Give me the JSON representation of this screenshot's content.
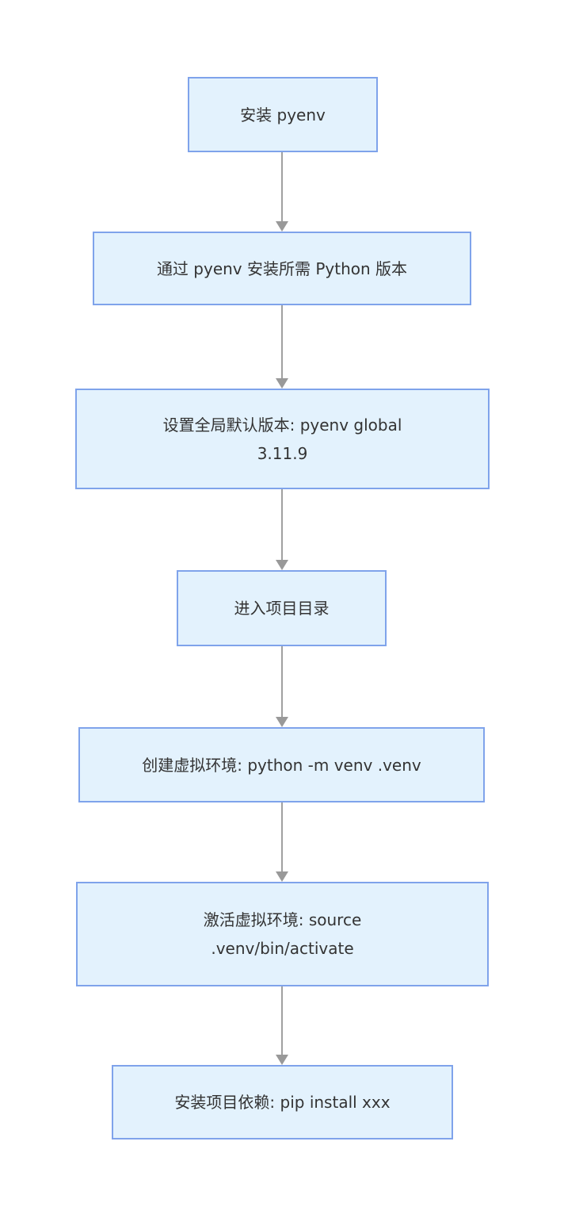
{
  "diagram": {
    "type": "flowchart",
    "direction": "top-down",
    "colors": {
      "background": "#ffffff",
      "node_fill": "#e3f2fd",
      "node_border": "#7fa3eb",
      "arrow": "#9e9e9e",
      "text": "#333333"
    },
    "nodes": [
      {
        "label": "安装 pyenv",
        "lines": [
          "安装 pyenv"
        ]
      },
      {
        "label": "通过 pyenv 安装所需 Python 版本",
        "lines": [
          "通过 pyenv 安装所需 Python 版本"
        ]
      },
      {
        "label": "设置全局默认版本: pyenv global 3.11.9",
        "lines": [
          "设置全局默认版本: pyenv global",
          "3.11.9"
        ]
      },
      {
        "label": "进入项目目录",
        "lines": [
          "进入项目目录"
        ]
      },
      {
        "label": "创建虚拟环境: python -m venv .venv",
        "lines": [
          "创建虚拟环境: python -m venv .venv"
        ]
      },
      {
        "label": "激活虚拟环境: source .venv/bin/activate",
        "lines": [
          "激活虚拟环境: source",
          ".venv/bin/activate"
        ]
      },
      {
        "label": "安装项目依赖: pip install xxx",
        "lines": [
          "安装项目依赖: pip install xxx"
        ]
      }
    ],
    "edges": [
      {
        "from": 0,
        "to": 1
      },
      {
        "from": 1,
        "to": 2
      },
      {
        "from": 2,
        "to": 3
      },
      {
        "from": 3,
        "to": 4
      },
      {
        "from": 4,
        "to": 5
      },
      {
        "from": 5,
        "to": 6
      }
    ]
  }
}
